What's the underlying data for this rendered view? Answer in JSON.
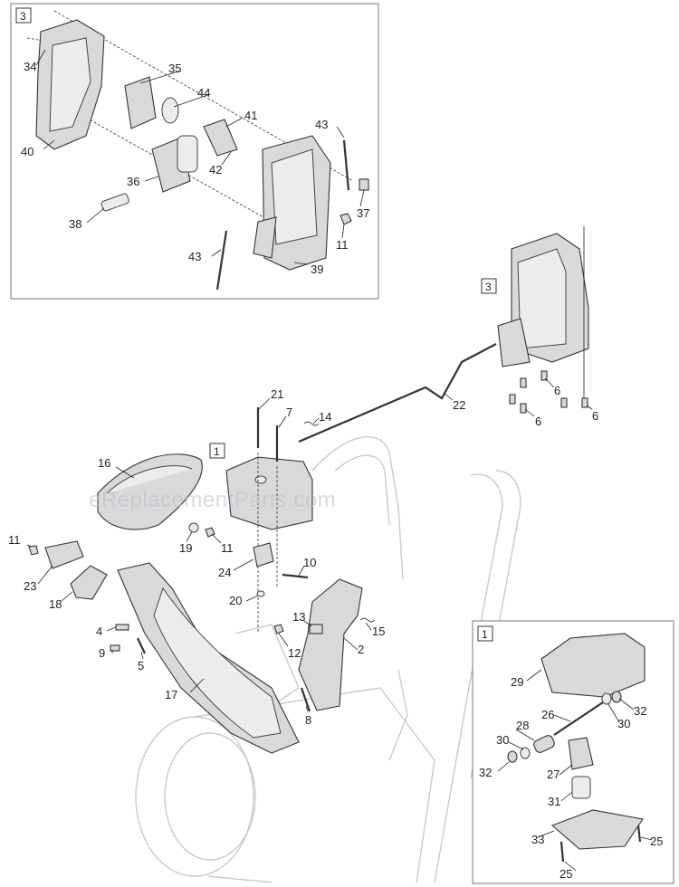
{
  "watermark": "eReplacementParts.com",
  "assembly_refs": {
    "top_box": "3",
    "right_ref": "3",
    "center_ref": "1",
    "bottom_box": "1"
  },
  "callouts": {
    "c34": "34",
    "c35": "35",
    "c44": "44",
    "c41": "41",
    "c40": "40",
    "c42": "42",
    "c43a": "43",
    "c36": "36",
    "c37": "37",
    "c38": "38",
    "c11a": "11",
    "c43b": "43",
    "c39": "39",
    "c6a": "6",
    "c6b": "6",
    "c6c": "6",
    "c22": "22",
    "c21": "21",
    "c7": "7",
    "c14": "14",
    "c16": "16",
    "c19": "19",
    "c11b": "11",
    "c11c": "11",
    "c24": "24",
    "c10": "10",
    "c23": "23",
    "c18": "18",
    "c20": "20",
    "c13": "13",
    "c15": "15",
    "c4": "4",
    "c12": "12",
    "c2": "2",
    "c9": "9",
    "c5": "5",
    "c17": "17",
    "c8": "8",
    "c29": "29",
    "c26": "26",
    "c32a": "32",
    "c30a": "30",
    "c28": "28",
    "c30b": "30",
    "c32b": "32",
    "c27": "27",
    "c31": "31",
    "c33": "33",
    "c25a": "25",
    "c25b": "25"
  }
}
